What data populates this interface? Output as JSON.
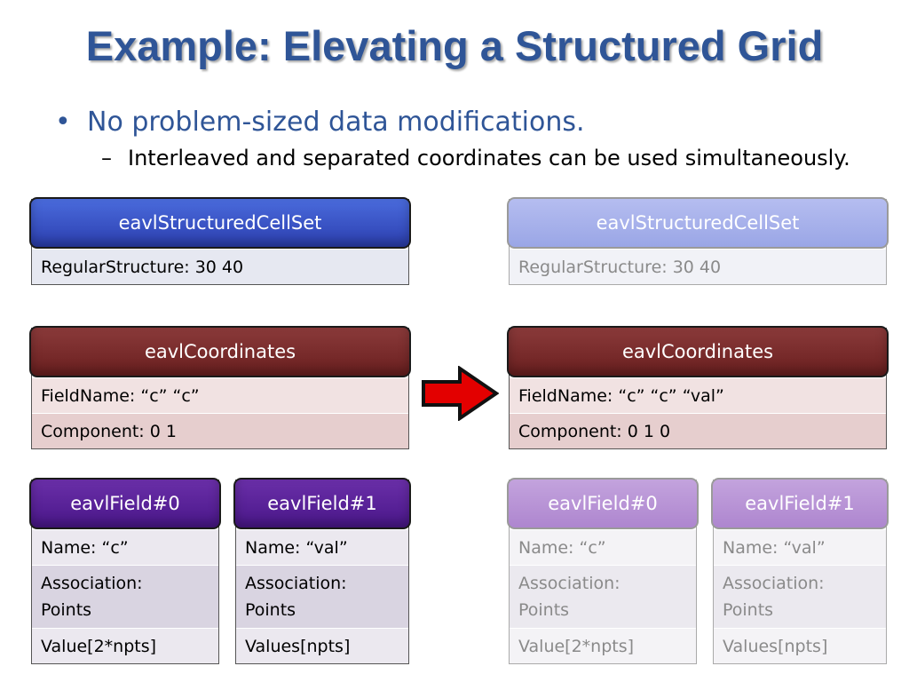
{
  "slide": {
    "title": "Example: Elevating a Structured Grid",
    "bullet": "No problem-sized data modifications.",
    "sub_bullet": "Interleaved and separated coordinates can be used simultaneously.",
    "bullet_marker": "•",
    "sub_bullet_marker": "–"
  },
  "colors": {
    "title": "#2f5597",
    "cellset_header": "#3b55c8",
    "coords_header": "#7a2c2c",
    "field_header": "#5a2299",
    "arrow_fill": "#e30000"
  },
  "arrow_icon": "right-arrow-icon",
  "left": {
    "cellset": {
      "header": "eavlStructuredCellSet",
      "structure": "RegularStructure:  30 40"
    },
    "coords": {
      "header": "eavlCoordinates",
      "fieldname": "FieldName: “c” “c”",
      "component": "Component: 0    1"
    },
    "field0": {
      "header": "eavlField#0",
      "name": "Name: “c”",
      "assoc1": "Association:",
      "assoc2": "Points",
      "value": "Value[2*npts]"
    },
    "field1": {
      "header": "eavlField#1",
      "name": "Name: “val”",
      "assoc1": "Association:",
      "assoc2": "Points",
      "value": "Values[npts]"
    }
  },
  "right": {
    "cellset": {
      "header": "eavlStructuredCellSet",
      "structure": "RegularStructure:  30 40"
    },
    "coords": {
      "header": "eavlCoordinates",
      "fieldname": "FieldName: “c” “c” “val”",
      "component": "Component: 0    1      0"
    },
    "field0": {
      "header": "eavlField#0",
      "name": "Name: “c”",
      "assoc1": "Association:",
      "assoc2": "Points",
      "value": "Value[2*npts]"
    },
    "field1": {
      "header": "eavlField#1",
      "name": "Name: “val”",
      "assoc1": "Association:",
      "assoc2": "Points",
      "value": "Values[npts]"
    }
  }
}
